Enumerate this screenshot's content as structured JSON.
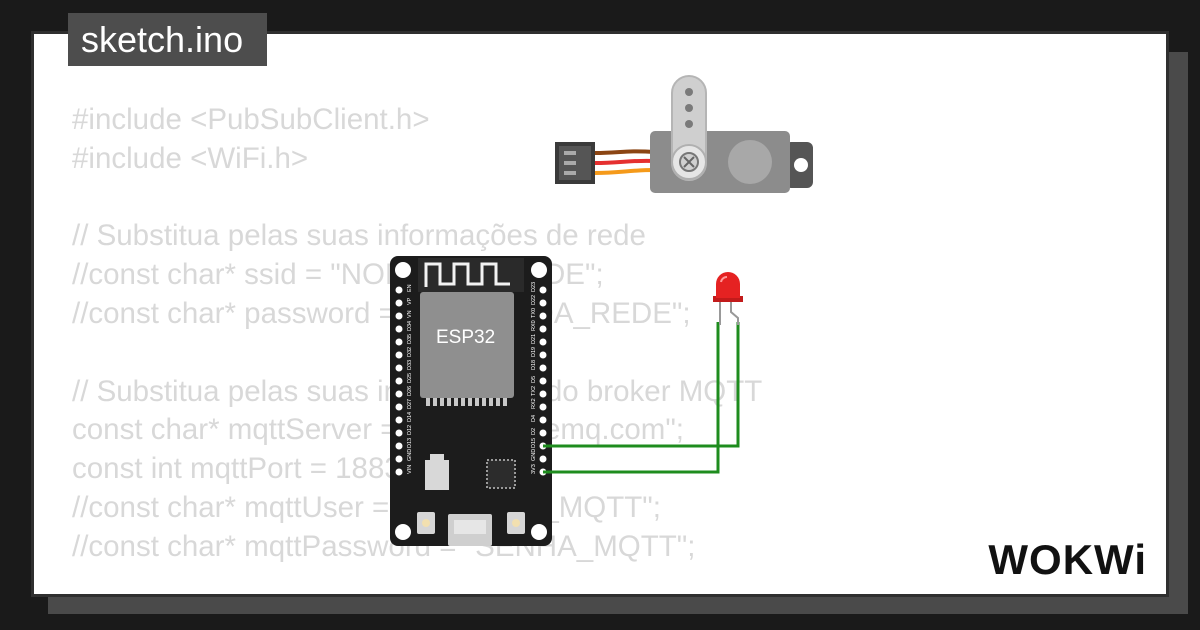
{
  "file_name": "sketch.ino",
  "brand": "WOKWi",
  "code_lines": [
    "#include <PubSubClient.h>",
    "#include <WiFi.h>",
    "",
    "// Substitua pelas suas informações de rede",
    "//const char* ssid = \"NOME_DA_REDE\";",
    "//const char* password = \"SENHA_DA_REDE\";",
    "",
    "// Substitua pelas suas informações do broker MQTT",
    "const char* mqttServer = \"broker.hivemq.com\";",
    "const int mqttPort = 1883;",
    "//const char* mqttUser = \"USUARIO_MQTT\";",
    "//const char* mqttPassword = \"SENHA_MQTT\";"
  ],
  "board": {
    "chip_label": "ESP32",
    "left_pins": [
      "EN",
      "VP",
      "VN",
      "D34",
      "D35",
      "D32",
      "D33",
      "D25",
      "D26",
      "D27",
      "D14",
      "D12",
      "D13",
      "GND",
      "VIN"
    ],
    "right_pins": [
      "D23",
      "D22",
      "TX0",
      "RX0",
      "D21",
      "D19",
      "D18",
      "D5",
      "TX2",
      "RX2",
      "D4",
      "D2",
      "D15",
      "GND",
      "3V3"
    ]
  },
  "colors": {
    "background": "#1a1a1a",
    "card": "#ffffff",
    "code_text": "#d8d8d8",
    "board": "#1c1c1c",
    "wire": "#1e8c1e",
    "led": "#e52222",
    "servo": "#8c8c8c"
  }
}
